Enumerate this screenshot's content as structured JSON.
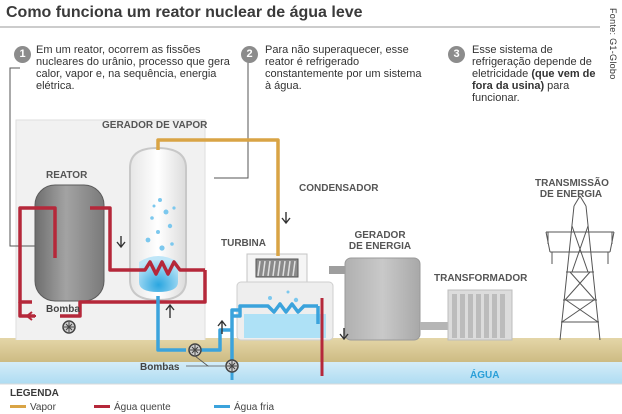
{
  "title": "Como funciona um reator nuclear de água leve",
  "source": "Fonte: G1-Globo",
  "steps": [
    {
      "num": "1",
      "text": "Em um reator, ocorrem as fissões nucleares do urânio, processo que gera calor, vapor e, na sequência, energia elétrica."
    },
    {
      "num": "2",
      "text": "Para não superaquecer, esse reator é refrigerado constantemente por um sistema à água."
    },
    {
      "num": "3",
      "text_before": "Esse sistema de refrigeração depende de eletricidade ",
      "text_bold": "(que vem de fora da usina)",
      "text_after": " para funcionar."
    }
  ],
  "labels": {
    "reator": "REATOR",
    "gerador_vapor": "GERADOR DE VAPOR",
    "turbina": "TURBINA",
    "condensador": "CONDENSADOR",
    "gerador_energia_1": "GERADOR",
    "gerador_energia_2": "DE ENERGIA",
    "transformador": "TRANSFORMADOR",
    "transmissao_1": "TRANSMISSÃO",
    "transmissao_2": "DE ENERGIA",
    "bomba": "Bomba",
    "bombas": "Bombas",
    "agua": "ÁGUA"
  },
  "legend": {
    "title": "LEGENDA",
    "items": [
      {
        "label": "Vapor",
        "color": "#d9a445"
      },
      {
        "label": "Água quente",
        "color": "#b5283a"
      },
      {
        "label": "Água fria",
        "color": "#3ba3dc"
      }
    ]
  },
  "colors": {
    "vapor": "#d9a445",
    "agua_quente": "#b5283a",
    "agua_fria": "#3ba3dc",
    "ground": "#d8c99a",
    "water": "#bfe3f5",
    "building": "#ebebeb",
    "equipment": "#bdbdbd"
  }
}
